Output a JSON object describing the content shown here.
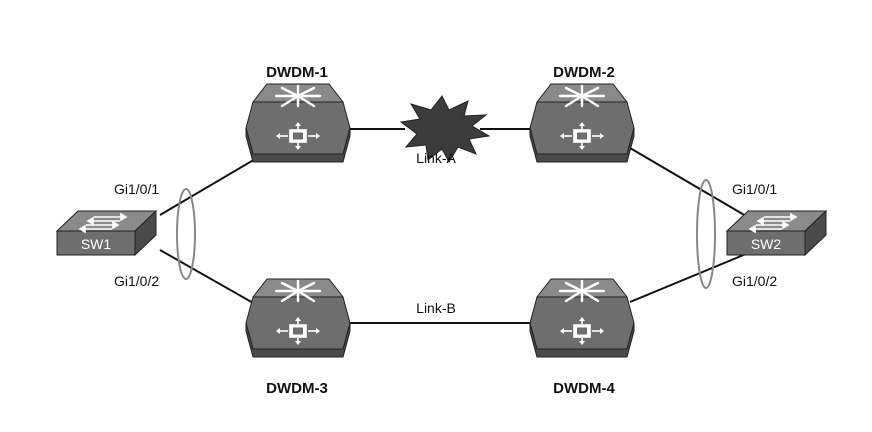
{
  "nodes": {
    "dwdm1": {
      "label": "DWDM-1"
    },
    "dwdm2": {
      "label": "DWDM-2"
    },
    "dwdm3": {
      "label": "DWDM-3"
    },
    "dwdm4": {
      "label": "DWDM-4"
    },
    "sw1": {
      "label": "SW1"
    },
    "sw2": {
      "label": "SW2"
    }
  },
  "ports": {
    "sw1_top": "Gi1/0/1",
    "sw1_bottom": "Gi1/0/2",
    "sw2_top": "Gi1/0/1",
    "sw2_bottom": "Gi1/0/2"
  },
  "links": {
    "a": "Link-A",
    "b": "Link-B"
  },
  "colors": {
    "device_fill": "#6e6e6e",
    "device_dark": "#4a4a4a",
    "device_light": "#8a8a8a",
    "burst_fill": "#3c3c3c",
    "etherchannel_oval": "#888888",
    "line": "#111111"
  }
}
